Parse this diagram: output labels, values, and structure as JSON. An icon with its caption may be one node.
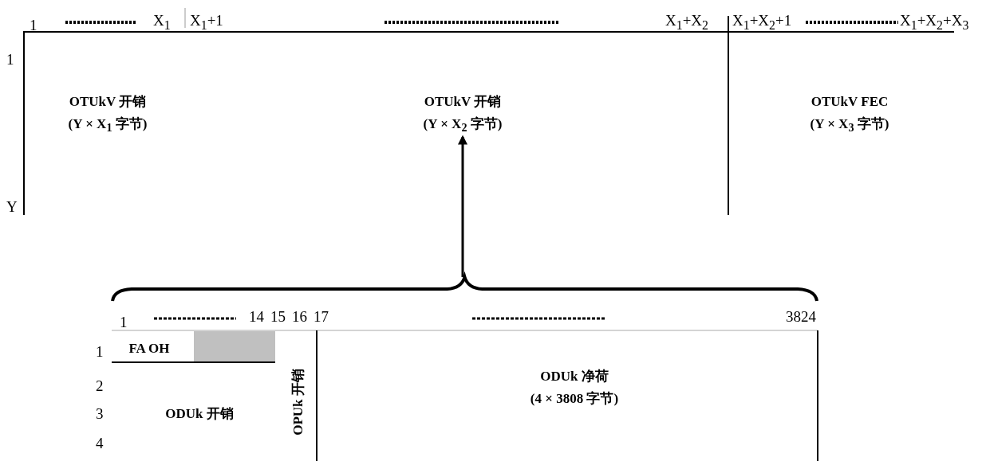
{
  "diagram": {
    "nodes": [
      {
        "text": [
          "OTUkV 开销",
          "(Y × X$_{1}$ 字节)"
        ]
      },
      {
        "text": [
          "OTUkV 开销",
          "(Y ×  X$_{2}$ 字节)"
        ]
      },
      {
        "text": [
          "OTUkV FEC",
          "(Y × X$_{3}$ 字节)"
        ]
      },
      {
        "text": [],
        "shape": "box"
      },
      {
        "text": [
          "FA OH"
        ],
        "in": 3
      },
      {
        "text": [
          "ODUk  开销"
        ],
        "in": 3
      },
      {
        "text": [
          "OPUk 开销"
        ],
        "in": 3
      },
      {
        "text": [
          "ODUk 净荷",
          "(4 × 3808 字节)"
        ],
        "in": 3
      }
    ],
    "edges": [
      {
        "from": 3,
        "to": 1,
        "arrow": "to"
      }
    ],
    "labels": [
      "1",
      "X$_{1}$",
      "X$_{1}$+1",
      "X$_{1}$+X$_{2}$",
      "X$_{1}$+X$_{2}$+1",
      "X$_{1}$+X$_{2}$+X$_{3}$",
      "1",
      "Y",
      "1",
      "14",
      "15",
      "16",
      "17",
      "3824",
      "1",
      "2",
      "3",
      "4"
    ]
  }
}
